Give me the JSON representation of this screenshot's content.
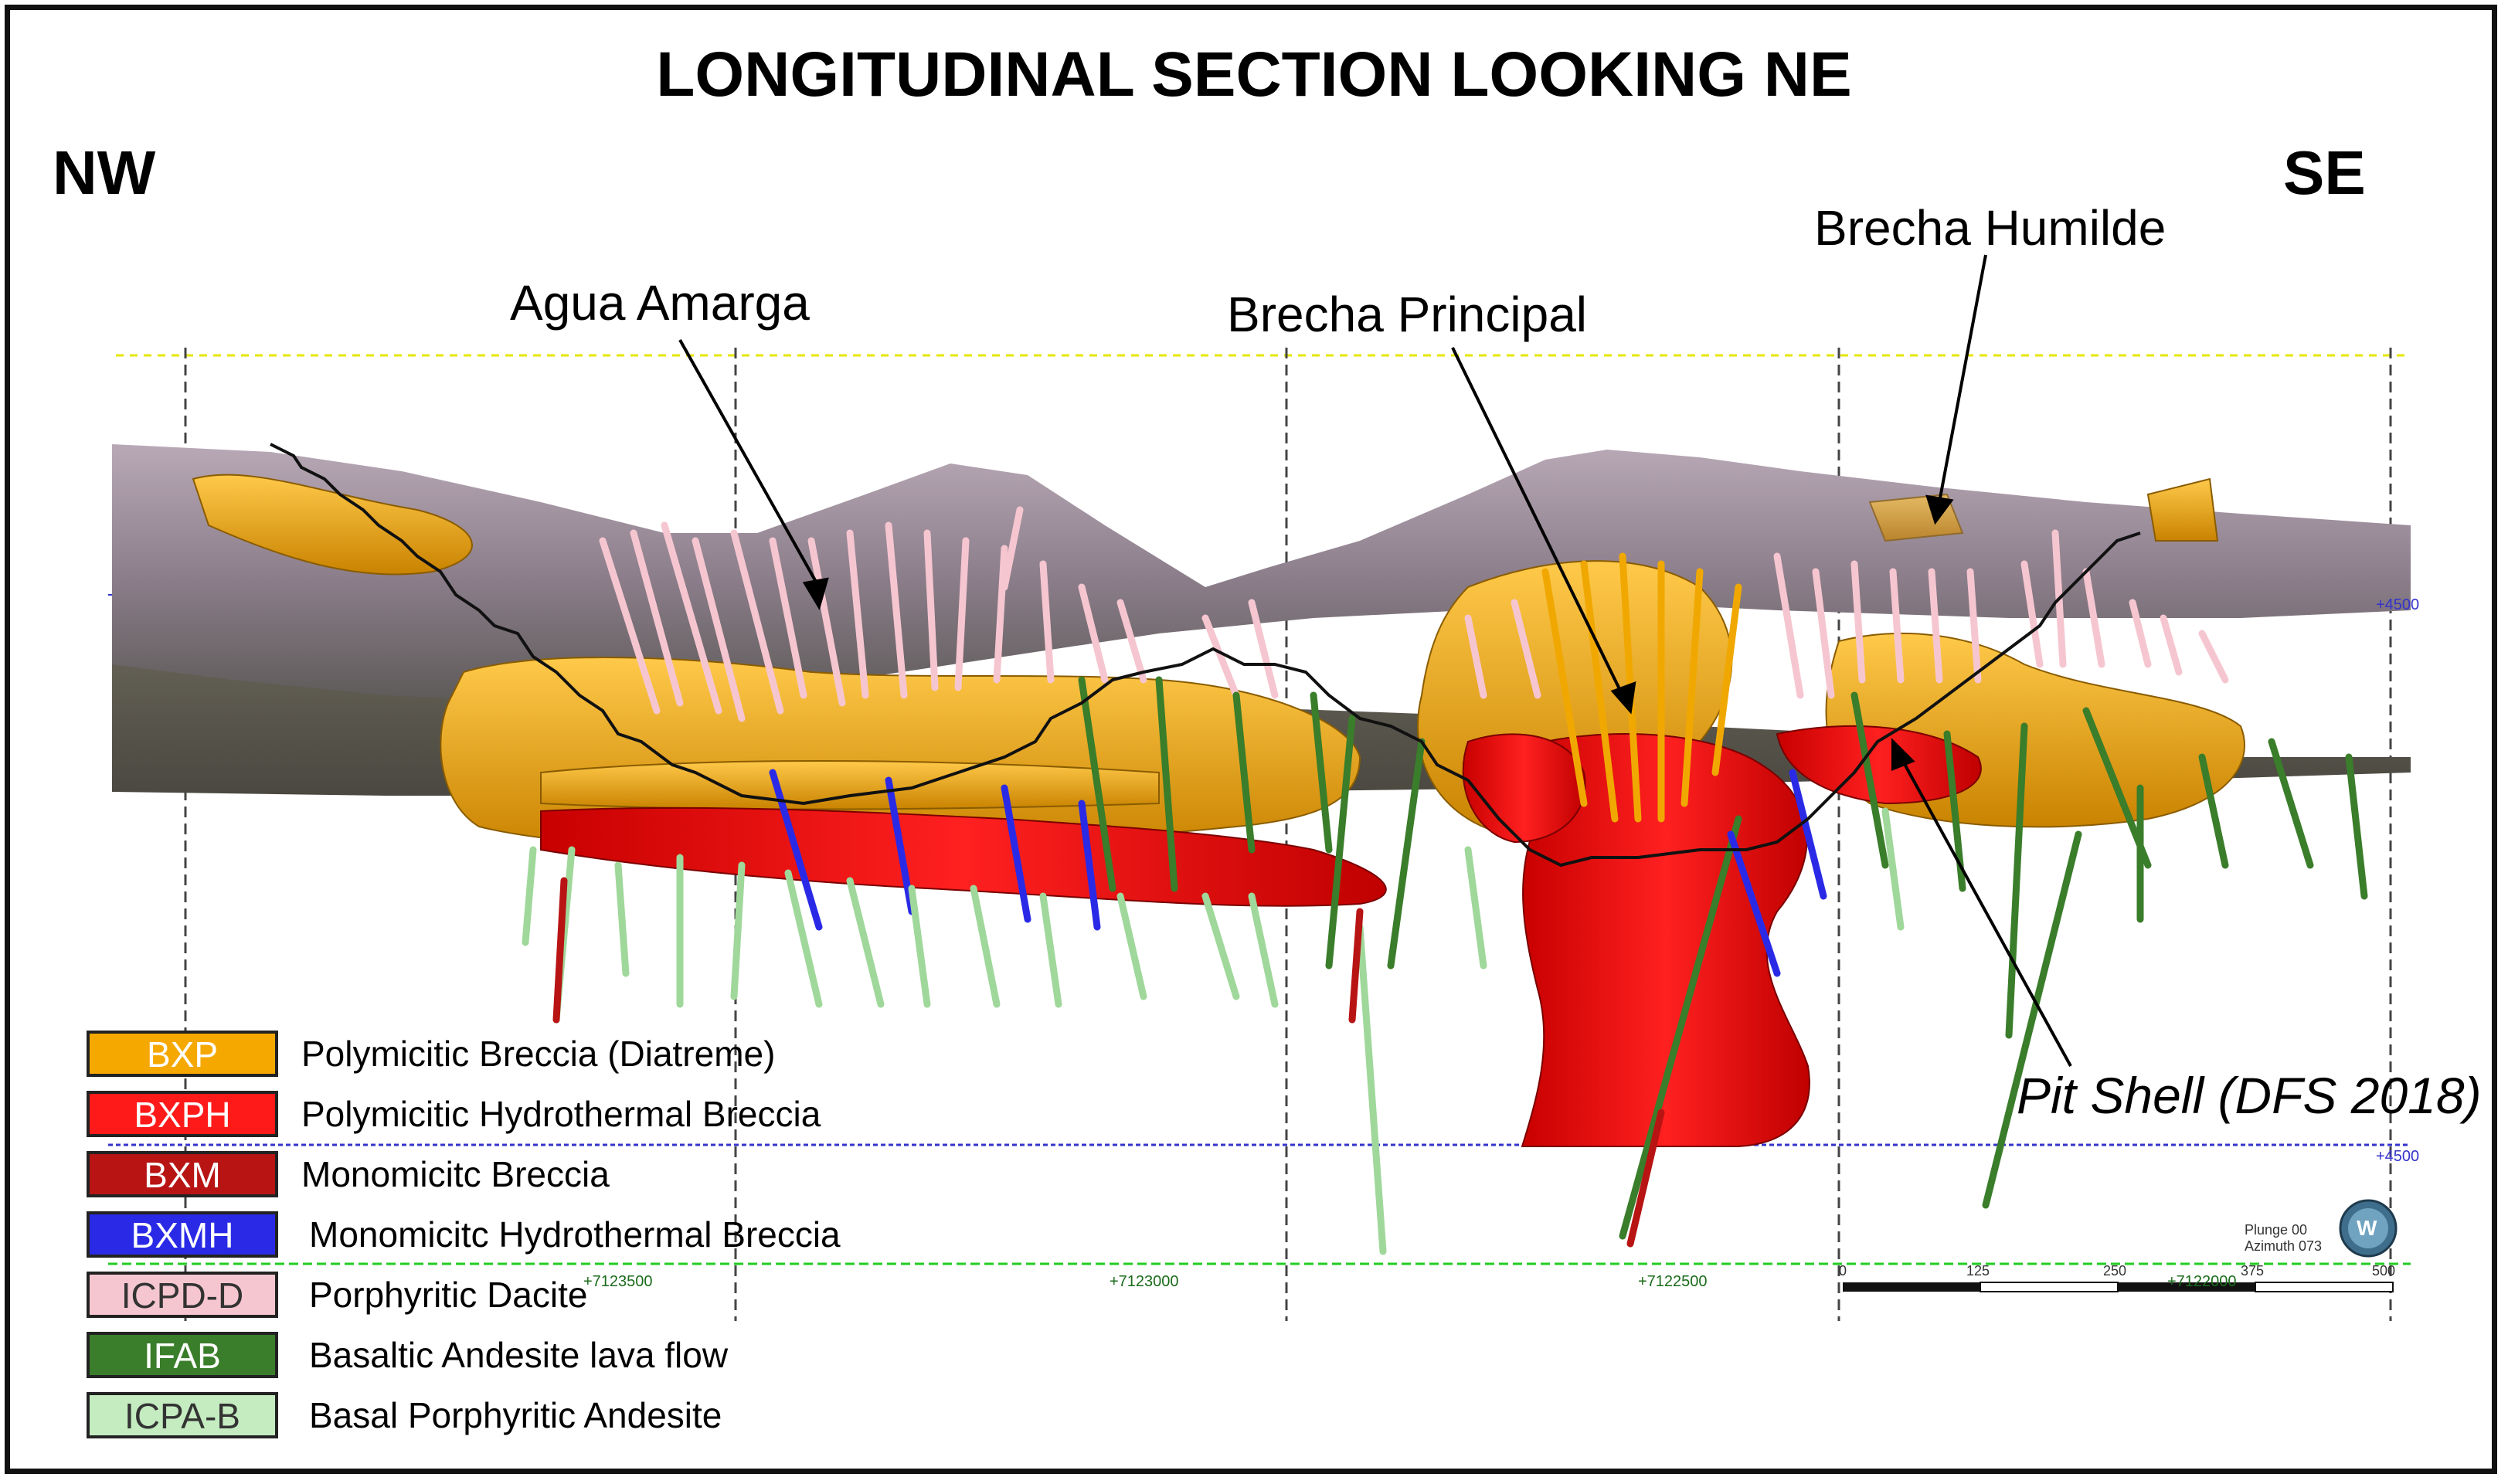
{
  "title": "LONGITUDINAL SECTION LOOKING NE",
  "directions": {
    "left": "NW",
    "right": "SE"
  },
  "callouts": {
    "agua_amarga": "Agua Amarga",
    "brecha_principal": "Brecha Principal",
    "brecha_humilde": "Brecha Humilde",
    "pit_shell": "Pit Shell (DFS 2018)"
  },
  "legend": [
    {
      "code": "BXP",
      "label": "Polymicitic Breccia (Diatreme)",
      "color": "#f5a800",
      "text_color": "#ffffff"
    },
    {
      "code": "BXPH",
      "label": "Polymicitic Hydrothermal Breccia",
      "color": "#ff1a1a",
      "text_color": "#ffffff"
    },
    {
      "code": "BXM",
      "label": "Monomicitc Breccia",
      "color": "#b81414",
      "text_color": "#ffffff"
    },
    {
      "code": "BXMH",
      "label": "Monomicitc Hydrothermal Breccia",
      "color": "#2a2ae6",
      "text_color": "#ffffff"
    },
    {
      "code": "ICPD-D",
      "label": "Porphyritic Dacite",
      "color": "#f6c6d0",
      "text_color": "#333333"
    },
    {
      "code": "IFAB",
      "label": "Basaltic Andesite lava flow",
      "color": "#3a7d2a",
      "text_color": "#ffffff"
    },
    {
      "code": "ICPA-B",
      "label": "Basal Porphyritic Andesite",
      "color": "#c4ecc0",
      "text_color": "#333333"
    }
  ],
  "grid": {
    "elevation_labels": [
      "+4500",
      "+4500"
    ],
    "northing_labels": [
      "+7123500",
      "+7123000",
      "+7122500",
      "+7122000"
    ]
  },
  "scale_bar": {
    "ticks": [
      "0",
      "125",
      "250",
      "375",
      "500"
    ]
  },
  "view_info": {
    "plunge": "Plunge 00",
    "azimuth": "Azimuth 073",
    "logo": "W"
  }
}
